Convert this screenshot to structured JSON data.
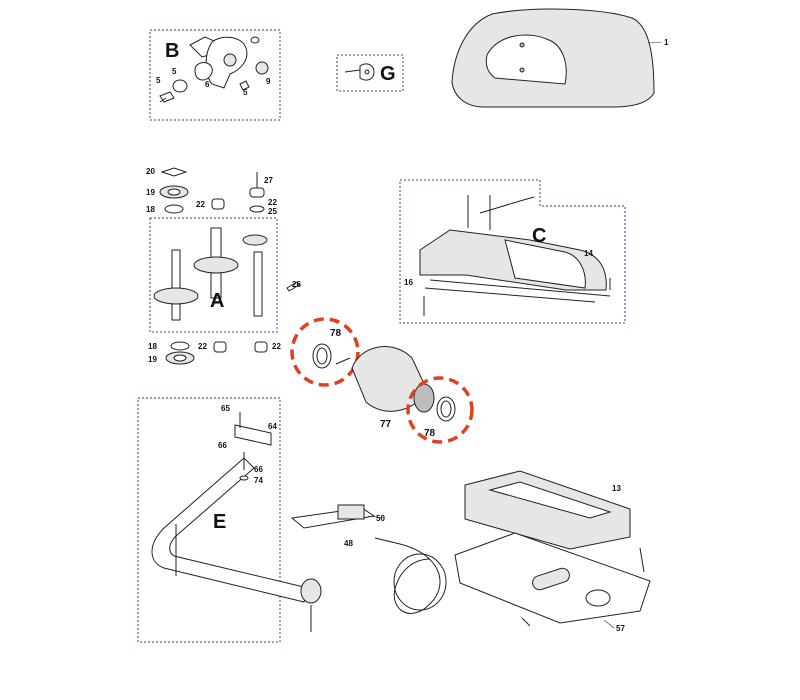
{
  "groups": {
    "A": "A",
    "B": "B",
    "C": "C",
    "E": "E",
    "G": "G"
  },
  "parts": {
    "p1": "1",
    "p5a": "5",
    "p5b": "5",
    "p5c": "5",
    "p6": "6",
    "p9": "9",
    "p13": "13",
    "p14": "14",
    "p16": "16",
    "p18a": "18",
    "p18b": "18",
    "p19a": "19",
    "p19b": "19",
    "p20": "20",
    "p22a": "22",
    "p22b": "22",
    "p22c": "22",
    "p22d": "22",
    "p25": "25",
    "p26": "26",
    "p27": "27",
    "p48": "48",
    "p50": "50",
    "p57": "57",
    "p64": "64",
    "p65": "65",
    "p66a": "66",
    "p66b": "66",
    "p74": "74",
    "p77": "77",
    "p78a": "78",
    "p78b": "78"
  },
  "highlight_color": "#e0401e",
  "group_box_color": "#3b3ba8"
}
